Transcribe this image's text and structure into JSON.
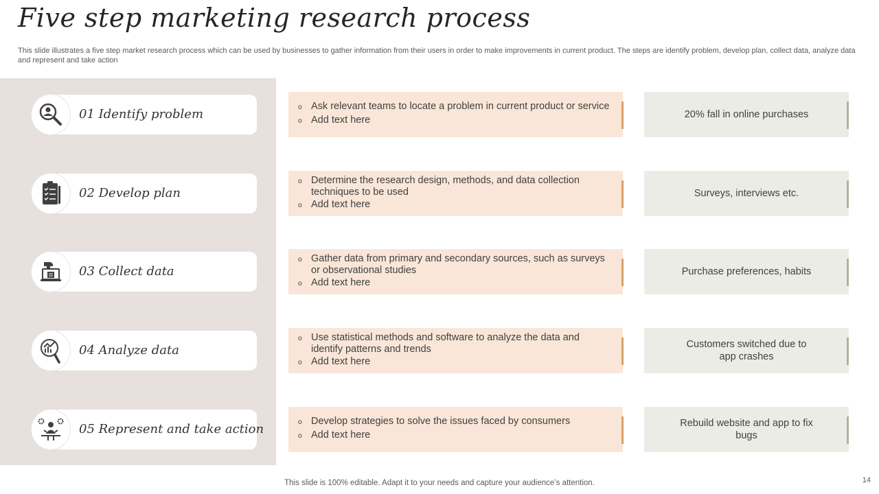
{
  "title": "Five step marketing research process",
  "subtitle": "This slide illustrates a five step market research process which can be used by businesses to gather information from their users in order to make improvements in current product. The steps are identify problem, develop plan, collect data, analyze data and represent and take action",
  "colors": {
    "panel": "#e8e0dc",
    "desc_box": "#f9e6d8",
    "desc_accent": "#d9a066",
    "note_box": "#ecece7",
    "note_accent": "#a9b59a"
  },
  "steps": [
    {
      "label": "01 Identify problem",
      "icon": "search-user-icon",
      "bullets": [
        "Ask relevant teams to locate a problem in current product or service",
        "Add text here"
      ],
      "note": "20% fall in online purchases"
    },
    {
      "label": "02 Develop plan",
      "icon": "checklist-icon",
      "bullets": [
        "Determine the research design, methods, and data collection techniques to be used",
        "Add text here"
      ],
      "note": "Surveys, interviews etc."
    },
    {
      "label": "03 Collect data",
      "icon": "laptop-data-icon",
      "bullets": [
        "Gather data from primary and secondary sources, such as surveys or observational studies",
        "Add text here"
      ],
      "note": "Purchase preferences, habits"
    },
    {
      "label": "04 Analyze data",
      "icon": "analytics-magnifier-icon",
      "bullets": [
        "Use statistical methods and software to analyze the data and identify patterns and trends",
        "Add text here"
      ],
      "note": "Customers switched due to app crashes"
    },
    {
      "label": "05 Represent and take action",
      "icon": "presenter-gears-icon",
      "bullets": [
        "Develop strategies to solve the issues faced by consumers",
        "Add text here"
      ],
      "note": "Rebuild website and app to fix bugs"
    }
  ],
  "footer": "This slide is 100% editable. Adapt it to your needs and capture your audience’s attention.",
  "page_number": "14"
}
